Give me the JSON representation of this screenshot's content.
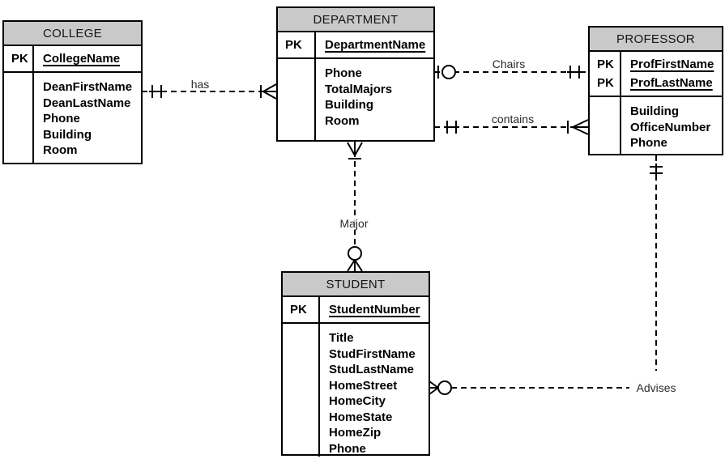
{
  "colors": {
    "entity_header_fill": "#c9c9c9",
    "entity_border": "#000000",
    "relationship_label_text": "#2a2a2a",
    "background": "#ffffff"
  },
  "entities": {
    "college": {
      "title": "COLLEGE",
      "pk_label": "PK",
      "pks": [
        "CollegeName"
      ],
      "attributes": [
        "DeanFirstName",
        "DeanLastName",
        "Phone",
        "Building",
        "Room"
      ]
    },
    "department": {
      "title": "DEPARTMENT",
      "pk_label": "PK",
      "pks": [
        "DepartmentName"
      ],
      "attributes": [
        "Phone",
        "TotalMajors",
        "Building",
        "Room"
      ]
    },
    "professor": {
      "title": "PROFESSOR",
      "pk_label": "PK",
      "pks": [
        "ProfFirstName",
        "ProfLastName"
      ],
      "attributes": [
        "Building",
        "OfficeNumber",
        "Phone"
      ]
    },
    "student": {
      "title": "STUDENT",
      "pk_label": "PK",
      "pks": [
        "StudentNumber"
      ],
      "attributes": [
        "Title",
        "StudFirstName",
        "StudLastName",
        "HomeStreet",
        "HomeCity",
        "HomeState",
        "HomeZip",
        "Phone"
      ]
    }
  },
  "relationships": [
    {
      "label": "has",
      "from": "COLLEGE",
      "to": "DEPARTMENT",
      "from_cardinality": "exactly-one",
      "to_cardinality": "one-or-many"
    },
    {
      "label": "Chairs",
      "from": "DEPARTMENT",
      "to": "PROFESSOR",
      "from_cardinality": "zero-or-one",
      "to_cardinality": "exactly-one"
    },
    {
      "label": "contains",
      "from": "DEPARTMENT",
      "to": "PROFESSOR",
      "from_cardinality": "exactly-one",
      "to_cardinality": "one-or-many"
    },
    {
      "label": "Major",
      "from": "DEPARTMENT",
      "to": "STUDENT",
      "from_cardinality": "one-or-many",
      "to_cardinality": "zero-or-many"
    },
    {
      "label": "Advises",
      "from": "PROFESSOR",
      "to": "STUDENT",
      "from_cardinality": "exactly-one",
      "to_cardinality": "zero-or-many"
    }
  ]
}
